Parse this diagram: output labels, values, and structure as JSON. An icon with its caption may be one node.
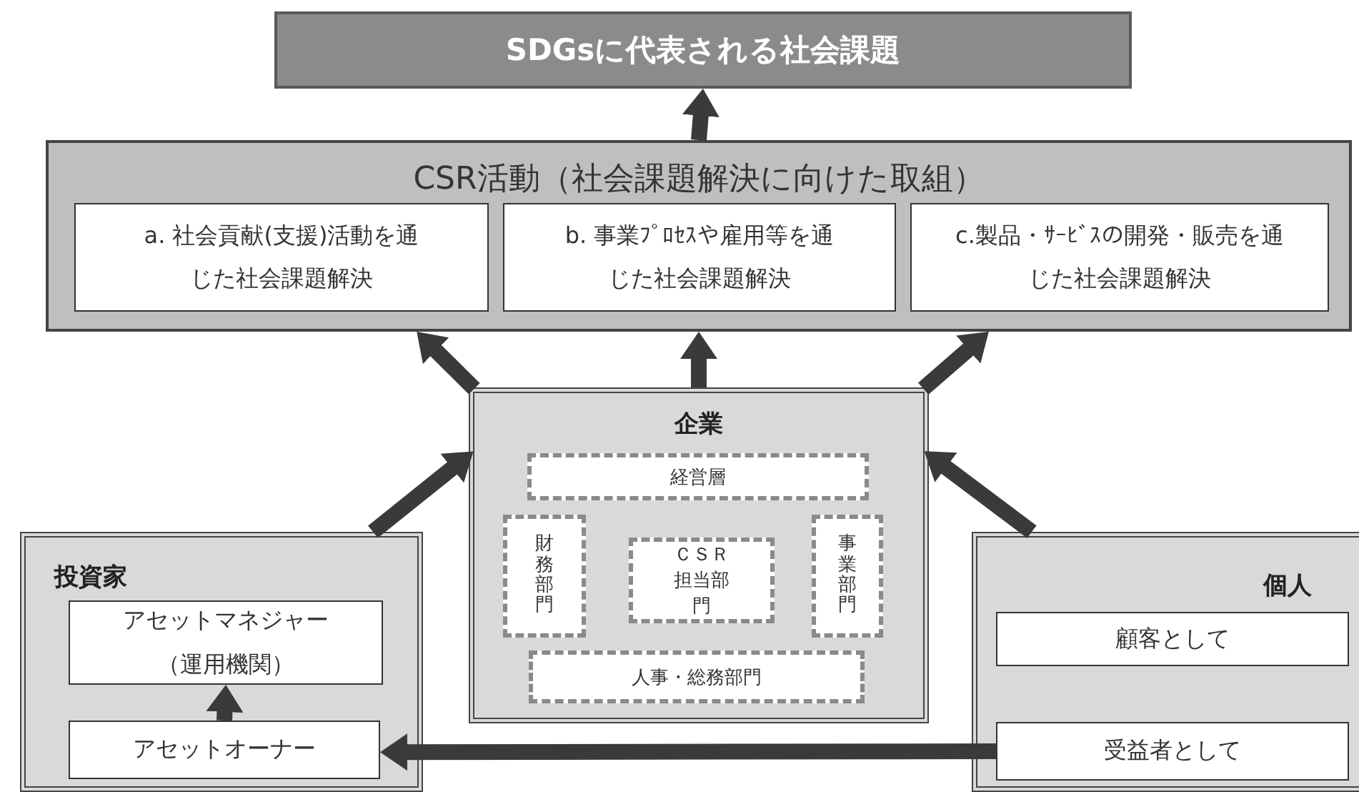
{
  "diagram": {
    "nodes": [
      {
        "text": [
          "SDGsに代表される社会課題"
        ]
      },
      {
        "text": [
          "CSR活動（社会課題解決に向けた取組）"
        ]
      },
      {
        "text": [
          "a. 社会貢献(支援)活動を通じた社会課題解決"
        ],
        "in": 1
      },
      {
        "text": [
          "b. 事業ﾌﾟﾛｾｽや雇用等を通じた社会課題解決"
        ],
        "in": 1
      },
      {
        "text": [
          "c.製品・ｻｰﾋﾞｽの開発・販売を通じた社会課題解決"
        ],
        "in": 1
      },
      {
        "text": [
          "企業"
        ]
      },
      {
        "text": [
          "経営層"
        ],
        "in": 5
      },
      {
        "text": [
          "財務部門"
        ],
        "in": 5
      },
      {
        "text": [
          "ＣＳＲ担当部門"
        ],
        "in": 5
      },
      {
        "text": [
          "事業部門"
        ],
        "in": 5
      },
      {
        "text": [
          "人事・総務部門"
        ],
        "in": 5
      },
      {
        "text": [
          "投資家"
        ]
      },
      {
        "text": [
          "アセットマネジャー（運用機関）"
        ],
        "in": 11
      },
      {
        "text": [
          "アセットオーナー"
        ],
        "in": 11
      },
      {
        "text": [
          "個人"
        ]
      },
      {
        "text": [
          "顧客として"
        ],
        "in": 14
      },
      {
        "text": [
          "受益者として"
        ],
        "in": 14
      }
    ],
    "edges": [
      {
        "from": 1,
        "to": 0,
        "arrow": "to"
      },
      {
        "from": 5,
        "to": 1,
        "arrow": "to"
      },
      {
        "from": 5,
        "to": 1,
        "arrow": "to"
      },
      {
        "from": 5,
        "to": 1,
        "arrow": "to"
      },
      {
        "from": 11,
        "to": 5,
        "arrow": "to"
      },
      {
        "from": 14,
        "to": 5,
        "arrow": "to"
      },
      {
        "from": 13,
        "to": 12,
        "arrow": "to"
      },
      {
        "from": 16,
        "to": 13,
        "arrow": "to"
      }
    ]
  }
}
